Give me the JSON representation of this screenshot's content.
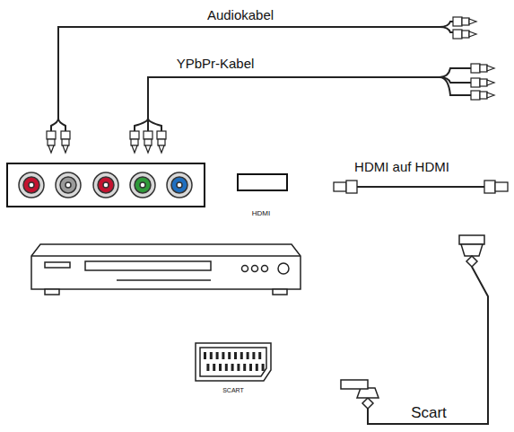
{
  "diagram": {
    "labels": [
      "Audiokabel",
      "YPbPr-Kabel",
      "HDMI auf HDMI",
      "HDMI",
      "SCART",
      "Scart"
    ]
  }
}
